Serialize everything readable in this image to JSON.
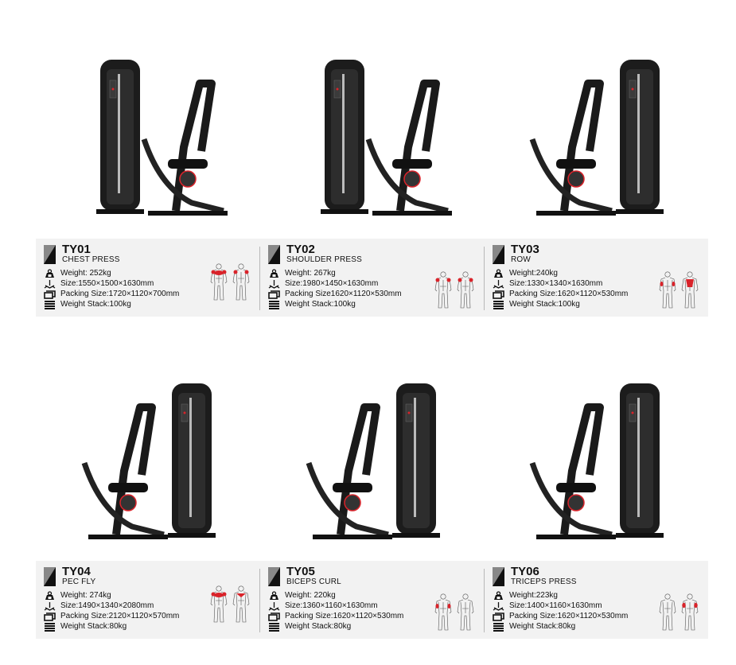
{
  "accent_color": "#d9232a",
  "labels": {
    "weight": "Weight:",
    "size": "Size:",
    "packing": "Packing Size:",
    "stack": "Weight Stack:"
  },
  "products": [
    {
      "code": "TY01",
      "name": "CHEST PRESS",
      "weight": "Weight: 252kg",
      "size": "Size:1550×1500×1630mm",
      "packing": "Packing Size:1720×1120×700mm",
      "stack": "Weight Stack:100kg",
      "muscles_front": [
        "chest",
        "shoulders"
      ],
      "muscles_back": [
        "shoulders"
      ]
    },
    {
      "code": "TY02",
      "name": "SHOULDER PRESS",
      "weight": "Weight: 267kg",
      "size": "Size:1980×1450×1630mm",
      "packing": "Packing Size1620×1120×530mm",
      "stack": "Weight Stack:100kg",
      "muscles_front": [
        "shoulders"
      ],
      "muscles_back": [
        "shoulders"
      ]
    },
    {
      "code": "TY03",
      "name": "ROW",
      "weight": "Weight:240kg",
      "size": "Size:1330×1340×1630mm",
      "packing": "Packing Size:1620×1120×530mm",
      "stack": "Weight Stack:100kg",
      "muscles_front": [
        "biceps"
      ],
      "muscles_back": [
        "back"
      ]
    },
    {
      "code": "TY04",
      "name": "PEC FLY",
      "weight": "Weight: 274kg",
      "size": "Size:1490×1340×2080mm",
      "packing": "Packing Size:2120×1120×570mm",
      "stack": "Weight Stack:80kg",
      "muscles_front": [
        "chest",
        "shoulders"
      ],
      "muscles_back": [
        "upper-back"
      ]
    },
    {
      "code": "TY05",
      "name": "BICEPS CURL",
      "weight": "Weight: 220kg",
      "size": "Size:1360×1160×1630mm",
      "packing": "Packing Size:1620×1120×530mm",
      "stack": "Weight Stack:80kg",
      "muscles_front": [
        "biceps"
      ],
      "muscles_back": []
    },
    {
      "code": "TY06",
      "name": "TRICEPS PRESS",
      "weight": "Weight:223kg",
      "size": "Size:1400×1160×1630mm",
      "packing": "Packing Size:1620×1120×530mm",
      "stack": "Weight Stack:80kg",
      "muscles_front": [],
      "muscles_back": [
        "triceps"
      ]
    }
  ]
}
